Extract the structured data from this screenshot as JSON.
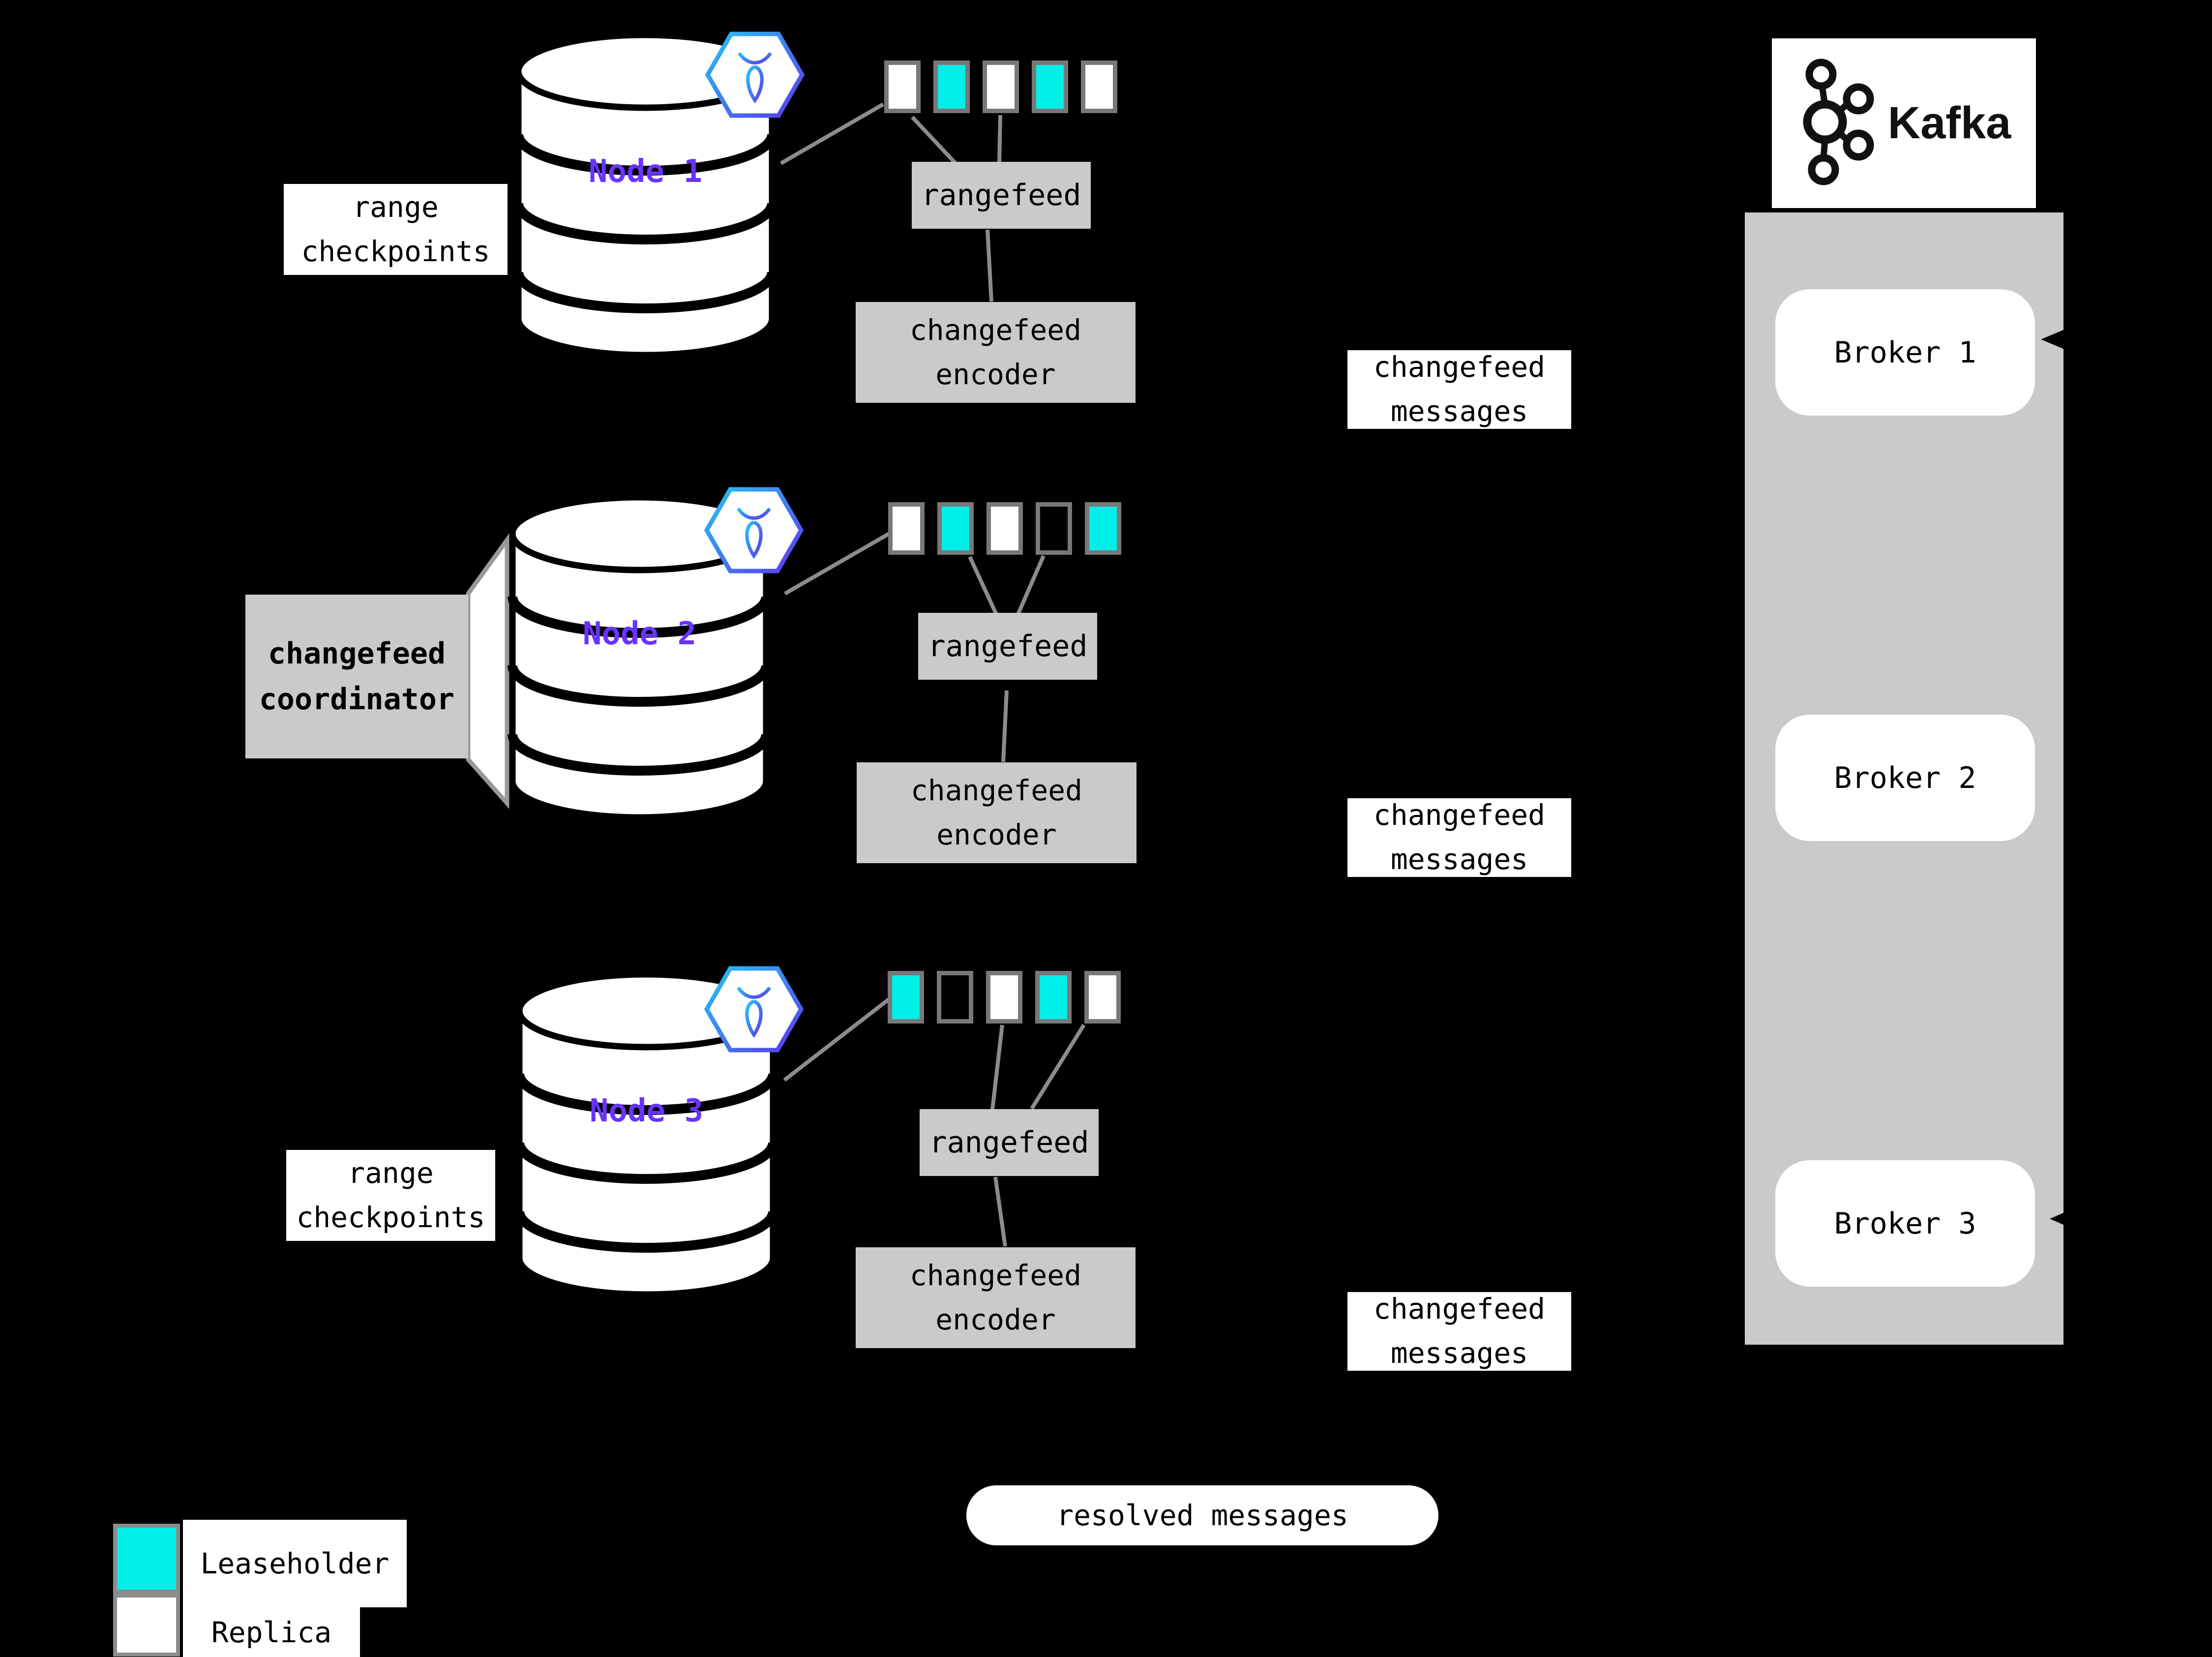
{
  "nodes": [
    {
      "label": "Node 1",
      "ranges": [
        "replica",
        "leaseholder",
        "replica",
        "leaseholder",
        "replica"
      ]
    },
    {
      "label": "Node 2",
      "ranges": [
        "replica",
        "leaseholder",
        "replica",
        "empty",
        "leaseholder"
      ]
    },
    {
      "label": "Node 3",
      "ranges": [
        "leaseholder",
        "empty",
        "replica",
        "leaseholder",
        "replica"
      ]
    }
  ],
  "labels": {
    "range_checkpoints": {
      "line1": "range",
      "line2": "checkpoints"
    },
    "coordinator": {
      "line1": "changefeed",
      "line2": "coordinator"
    },
    "rangefeed": "rangefeed",
    "encoder": {
      "line1": "changefeed",
      "line2": "encoder"
    },
    "messages": {
      "line1": "changefeed",
      "line2": "messages"
    },
    "resolved": "resolved messages"
  },
  "kafka": {
    "brand": "Kafka",
    "brokers": [
      {
        "label": "Broker 1"
      },
      {
        "label": "Broker 2"
      },
      {
        "label": "Broker 3"
      }
    ]
  },
  "legend": {
    "items": [
      {
        "label": "Leaseholder",
        "color": "#00EFE8"
      },
      {
        "label": "Replica",
        "color": "#FFFFFF"
      }
    ]
  },
  "colors": {
    "leaseholder": "#00EFE8",
    "replica": "#FFFFFF",
    "node_text": "#6933FF",
    "box_gray": "#CACACA",
    "background": "#000000"
  }
}
